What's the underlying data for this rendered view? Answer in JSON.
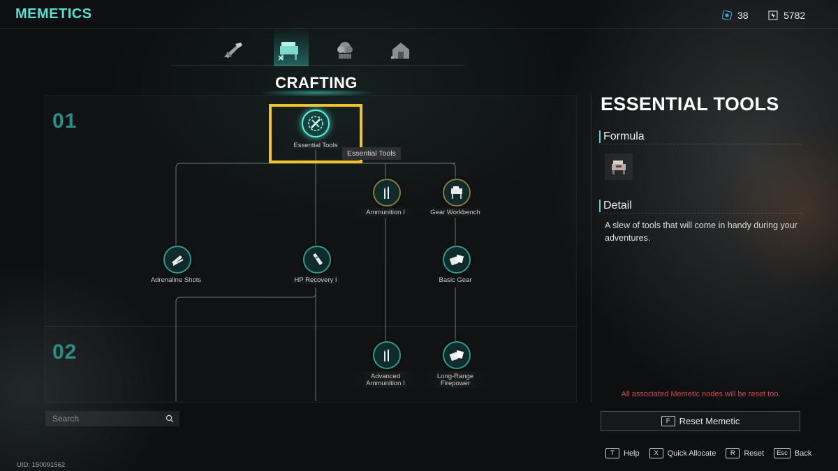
{
  "header": {
    "title": "MEMETICS",
    "currency_a": "38",
    "currency_b": "5782"
  },
  "tabs": [
    {
      "icon": "weapon-icon"
    },
    {
      "icon": "workbench-icon",
      "active": true
    },
    {
      "icon": "plant-icon"
    },
    {
      "icon": "building-icon"
    }
  ],
  "section_title": "CRAFTING",
  "tiers": [
    "01",
    "02"
  ],
  "tree": {
    "nodes": [
      {
        "id": "essential-tools",
        "label": "Essential Tools",
        "active": true
      },
      {
        "id": "ammunition-1",
        "label": "Ammunition I"
      },
      {
        "id": "gear-workbench",
        "label": "Gear Workbench"
      },
      {
        "id": "adrenaline-shots",
        "label": "Adrenaline Shots"
      },
      {
        "id": "hp-recovery-1",
        "label": "HP Recovery I"
      },
      {
        "id": "basic-gear",
        "label": "Basic Gear"
      },
      {
        "id": "advanced-ammo-1",
        "label_line1": "Advanced",
        "label_line2": "Ammunition I"
      },
      {
        "id": "long-range-firepower",
        "label_line1": "Long-Range",
        "label_line2": "Firepower"
      }
    ],
    "tooltip": "Essential Tools"
  },
  "search": {
    "placeholder": "Search"
  },
  "uid": "UID: 150091562",
  "detail": {
    "title": "ESSENTIAL TOOLS",
    "formula_label": "Formula",
    "detail_label": "Detail",
    "description": "A slew of tools that will come in handy during your adventures.",
    "warning": "All associated Memetic nodes will be reset too.",
    "reset_key": "F",
    "reset_label": "Reset Memetic"
  },
  "hints": [
    {
      "key": "T",
      "label": "Help"
    },
    {
      "key": "X",
      "label": "Quick Allocate"
    },
    {
      "key": "R",
      "label": "Reset"
    },
    {
      "key": "Esc",
      "label": "Back"
    }
  ],
  "colors": {
    "accent": "#56e0cf",
    "highlight": "#f0c22c",
    "warning": "#c94a52"
  }
}
